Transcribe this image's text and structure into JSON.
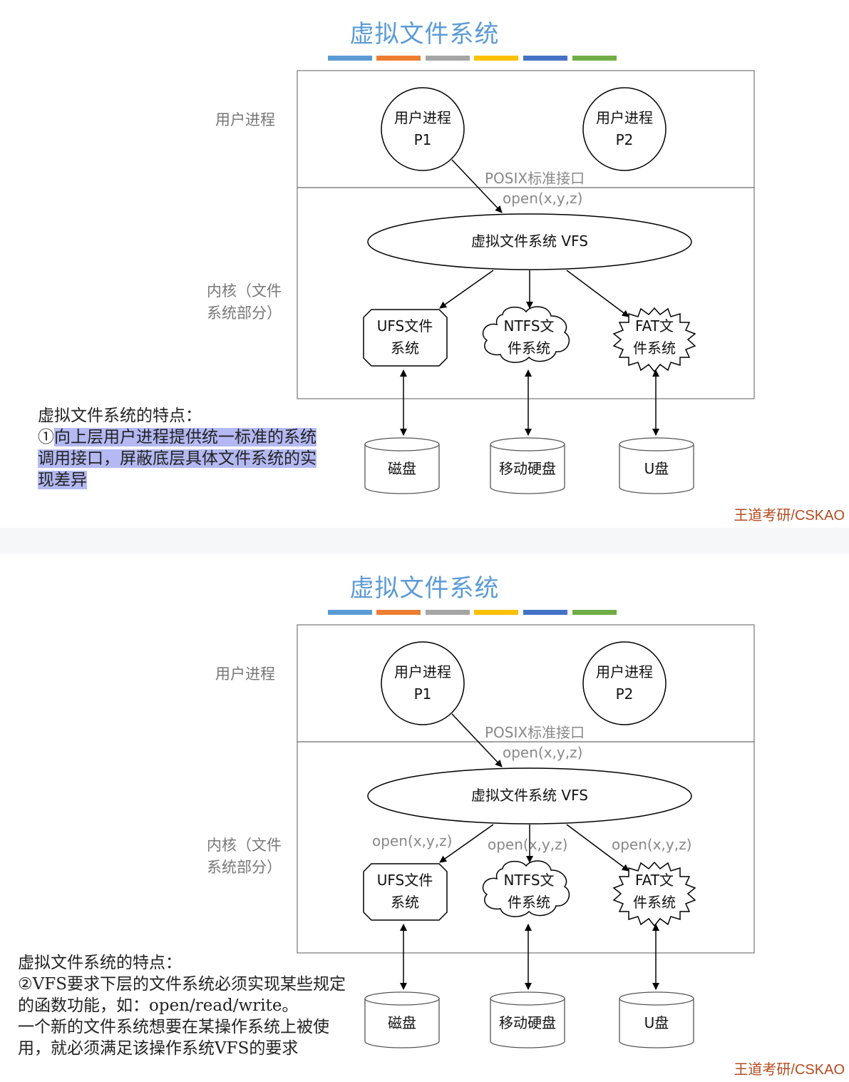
{
  "colors": {
    "title": "#5b9bd5",
    "bars": [
      "#5b9bd5",
      "#ed7d31",
      "#a5a5a5",
      "#ffc000",
      "#4472c4",
      "#70ad47"
    ],
    "highlight": "#b4b9f3",
    "watermark": "#b34a1e"
  },
  "slides": [
    {
      "title": "虚拟文件系统",
      "label_user": "用户进程",
      "label_kernel": "内核（文件系统部分）",
      "p1": "用户进程 P1",
      "p2": "用户进程 P2",
      "posix": "POSIX标准接口",
      "open_call": "open(x,y,z)",
      "vfs": "虚拟文件系统 VFS",
      "ufs": "UFS文件系统",
      "ntfs": "NTFS文件系统",
      "fat": "FAT文件系统",
      "disk1": "磁盘",
      "disk2": "移动硬盘",
      "disk3": "U盘",
      "feature_title": "虚拟文件系统的特点：",
      "feature_num": "①",
      "feature_text": "向上层用户进程提供统一标准的系统调用接口，屏蔽底层具体文件系统的实现差异",
      "watermark": "王道考研/CSKAO"
    },
    {
      "title": "虚拟文件系统",
      "label_user": "用户进程",
      "label_kernel": "内核（文件系统部分）",
      "p1": "用户进程 P1",
      "p2": "用户进程 P2",
      "posix": "POSIX标准接口",
      "open_call": "open(x,y,z)",
      "open_ufs": "open(x,y,z)",
      "open_ntfs": "open(x,y,z)",
      "open_fat": "open(x,y,z)",
      "vfs": "虚拟文件系统 VFS",
      "ufs": "UFS文件系统",
      "ntfs": "NTFS文件系统",
      "fat": "FAT文件系统",
      "disk1": "磁盘",
      "disk2": "移动硬盘",
      "disk3": "U盘",
      "feature_title": "虚拟文件系统的特点：",
      "feature_line1": "②VFS要求下层的文件系统必须实现某些规定的函数功能，如：open/read/write。",
      "feature_line2": "一个新的文件系统想要在某操作系统上被使用，就必须满足该操作系统VFS的要求",
      "watermark": "王道考研/CSKAO"
    }
  ]
}
